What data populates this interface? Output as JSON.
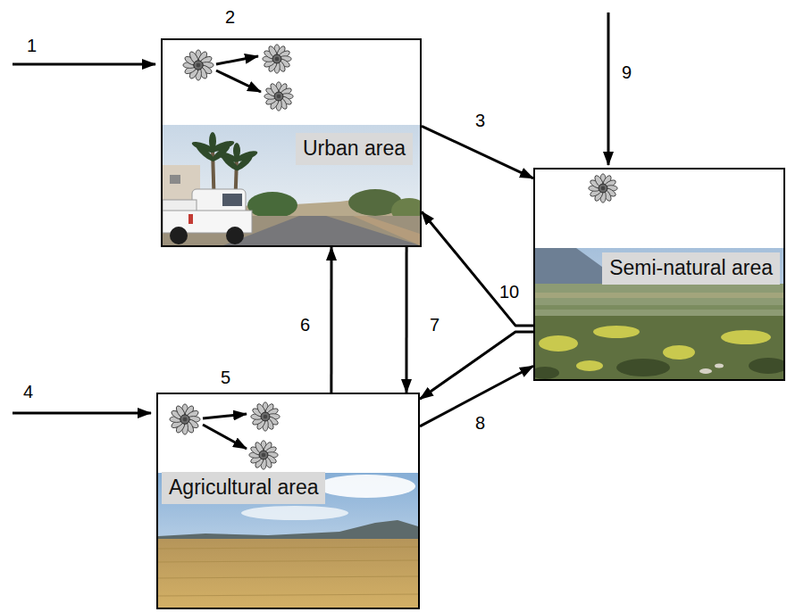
{
  "diagram": {
    "nodes": [
      {
        "text": [
          "Urban area"
        ]
      },
      {
        "text": [
          "Semi-natural area"
        ]
      },
      {
        "text": [
          "Agricultural area"
        ]
      }
    ],
    "edges": [
      {
        "from": 0,
        "to": 1,
        "arrow": "to"
      },
      {
        "from": 2,
        "to": 0,
        "arrow": "to"
      },
      {
        "from": 0,
        "to": 2,
        "arrow": "to"
      },
      {
        "from": 2,
        "to": 1,
        "arrow": "to"
      },
      {
        "from": 1,
        "to": 0,
        "arrow": "to"
      },
      {
        "from": 1,
        "to": 2,
        "arrow": "to"
      }
    ],
    "labels": [
      "1",
      "2",
      "9",
      "3",
      "10",
      "6",
      "7",
      "4",
      "5",
      "8"
    ]
  }
}
